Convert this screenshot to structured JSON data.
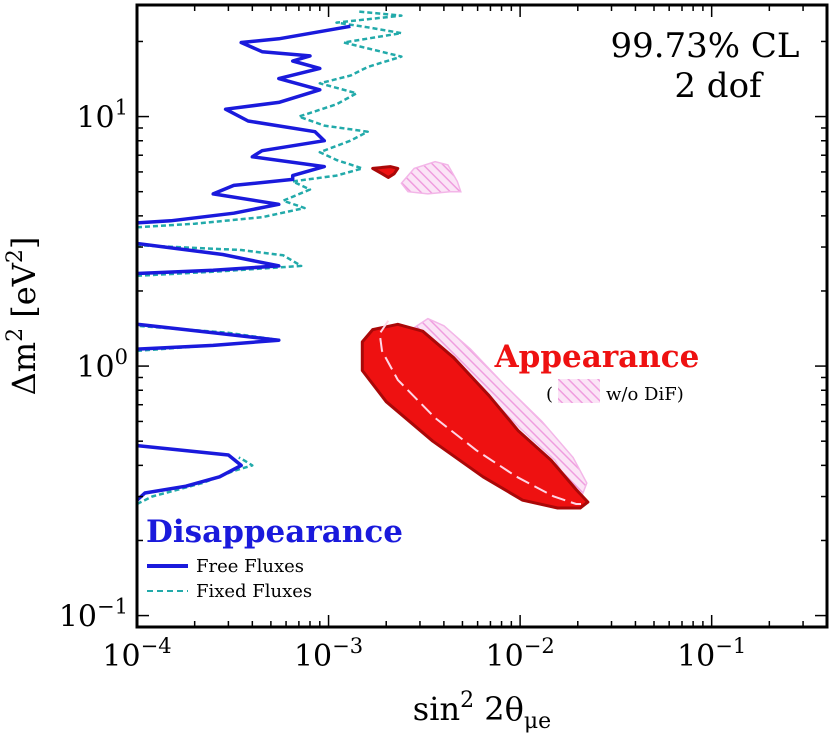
{
  "chart_data": {
    "type": "contour",
    "x_scale": "log",
    "y_scale": "log",
    "xlim": [
      0.0001,
      0.4
    ],
    "ylim": [
      0.09,
      28
    ],
    "xlabel": {
      "pre": "sin",
      "sup": "2",
      "mid": " 2θ",
      "sub": "μe"
    },
    "ylabel": {
      "pre": "Δm",
      "sup": "2",
      "post": " [eV",
      "sup2": "2",
      "post2": "]"
    },
    "x_ticks": [
      {
        "value": 0.0001,
        "base": "10",
        "exp": "−4"
      },
      {
        "value": 0.001,
        "base": "10",
        "exp": "−3"
      },
      {
        "value": 0.01,
        "base": "10",
        "exp": "−2"
      },
      {
        "value": 0.1,
        "base": "10",
        "exp": "−1"
      }
    ],
    "y_ticks": [
      {
        "value": 0.1,
        "base": "10",
        "exp": "−1"
      },
      {
        "value": 1,
        "base": "10",
        "exp": "0"
      },
      {
        "value": 10,
        "base": "10",
        "exp": "1"
      }
    ],
    "annotations": {
      "cl_line1": "99.73% CL",
      "cl_line2": "2 dof",
      "appearance": "Appearance",
      "wodif_open": "(",
      "wodif_text": "w/o DiF)",
      "disappearance": "Disappearance"
    },
    "legend": [
      {
        "label": "Free Fluxes",
        "style": "solid",
        "color": "#1a1adc"
      },
      {
        "label": "Fixed Fluxes",
        "style": "dashed",
        "color": "#22aaaa"
      }
    ],
    "colors": {
      "appearance_fill": "#ee1111",
      "appearance_edge": "#aa0808",
      "wodif_hatch": "#f0a8e4",
      "free_fluxes": "#1a1adc",
      "fixed_fluxes": "#22aaaa",
      "disappearance_text": "#1a1adc",
      "appearance_text": "#ee1111"
    },
    "series": [
      {
        "name": "Free Fluxes",
        "kind": "line",
        "segments": [
          [
            [
              0.0001,
              0.29
            ],
            [
              0.00011,
              0.31
            ],
            [
              0.00018,
              0.33
            ],
            [
              0.00027,
              0.36
            ],
            [
              0.00035,
              0.4
            ],
            [
              0.0003,
              0.44
            ],
            [
              0.0001,
              0.48
            ]
          ],
          [
            [
              0.0001,
              1.17
            ],
            [
              0.00025,
              1.21
            ],
            [
              0.00055,
              1.27
            ],
            [
              0.00025,
              1.36
            ],
            [
              0.0001,
              1.47
            ]
          ],
          [
            [
              0.0001,
              2.35
            ],
            [
              0.00025,
              2.42
            ],
            [
              0.00055,
              2.52
            ],
            [
              0.00028,
              2.8
            ],
            [
              0.0001,
              3.1
            ]
          ],
          [
            [
              0.0001,
              3.75
            ],
            [
              0.00015,
              3.82
            ],
            [
              0.00032,
              4.1
            ],
            [
              0.00055,
              4.45
            ],
            [
              0.00025,
              4.9
            ],
            [
              0.00032,
              5.3
            ],
            [
              0.00065,
              5.6
            ],
            [
              0.00065,
              5.8
            ],
            [
              0.00095,
              6.3
            ],
            [
              0.0004,
              6.9
            ],
            [
              0.00045,
              7.3
            ],
            [
              0.00095,
              8.0
            ],
            [
              0.00085,
              8.7
            ],
            [
              0.00038,
              9.6
            ],
            [
              0.00029,
              10.7
            ],
            [
              0.00055,
              11.4
            ],
            [
              0.0009,
              12.8
            ],
            [
              0.00055,
              14.2
            ],
            [
              0.0009,
              15.6
            ],
            [
              0.00065,
              16.7
            ],
            [
              0.0008,
              17.5
            ],
            [
              0.00045,
              18.2
            ],
            [
              0.00035,
              19.8
            ],
            [
              0.00055,
              20.5
            ],
            [
              0.0013,
              23.0
            ]
          ]
        ]
      },
      {
        "name": "Fixed Fluxes",
        "kind": "line",
        "segments": [
          [
            [
              0.0001,
              0.28
            ],
            [
              0.00012,
              0.3
            ],
            [
              0.00022,
              0.34
            ],
            [
              0.00032,
              0.38
            ],
            [
              0.0004,
              0.4
            ],
            [
              0.00036,
              0.42
            ],
            [
              0.00034,
              0.43
            ]
          ],
          [
            [
              0.0001,
              1.15
            ],
            [
              0.00028,
              1.22
            ],
            [
              0.00056,
              1.27
            ],
            [
              0.0003,
              1.36
            ],
            [
              0.0001,
              1.45
            ]
          ],
          [
            [
              0.0001,
              2.3
            ],
            [
              0.00028,
              2.4
            ],
            [
              0.00072,
              2.52
            ],
            [
              0.00058,
              2.78
            ],
            [
              0.00035,
              2.92
            ],
            [
              0.0001,
              3.05
            ]
          ],
          [
            [
              0.0001,
              3.6
            ],
            [
              0.0002,
              3.72
            ],
            [
              0.00045,
              3.95
            ],
            [
              0.00075,
              4.3
            ],
            [
              0.00058,
              4.6
            ],
            [
              0.0008,
              5.1
            ],
            [
              0.00065,
              5.5
            ],
            [
              0.0011,
              5.8
            ],
            [
              0.0015,
              6.2
            ],
            [
              0.0011,
              6.7
            ],
            [
              0.0009,
              7.2
            ],
            [
              0.0013,
              8.0
            ],
            [
              0.0016,
              8.7
            ],
            [
              0.00095,
              9.2
            ],
            [
              0.0007,
              10.0
            ],
            [
              0.0011,
              11.2
            ],
            [
              0.0014,
              12.4
            ],
            [
              0.0009,
              13.6
            ],
            [
              0.0013,
              14.6
            ],
            [
              0.0016,
              15.8
            ],
            [
              0.0024,
              17.4
            ],
            [
              0.0012,
              19.8
            ],
            [
              0.0024,
              21.6
            ],
            [
              0.0016,
              22.8
            ],
            [
              0.0011,
              23.8
            ],
            [
              0.0024,
              25.4
            ],
            [
              0.0014,
              26.4
            ]
          ]
        ]
      },
      {
        "name": "Appearance",
        "kind": "filled-region",
        "outline": [
          [
            0.0015,
            1.25
          ],
          [
            0.0017,
            1.4
          ],
          [
            0.0023,
            1.47
          ],
          [
            0.0031,
            1.38
          ],
          [
            0.0045,
            1.08
          ],
          [
            0.0069,
            0.76
          ],
          [
            0.0098,
            0.55
          ],
          [
            0.0145,
            0.42
          ],
          [
            0.0196,
            0.32
          ],
          [
            0.0226,
            0.285
          ],
          [
            0.0206,
            0.27
          ],
          [
            0.0157,
            0.27
          ],
          [
            0.0103,
            0.29
          ],
          [
            0.0064,
            0.36
          ],
          [
            0.0035,
            0.5
          ],
          [
            0.002,
            0.72
          ],
          [
            0.0015,
            0.96
          ]
        ]
      },
      {
        "name": "Appearance (upper island)",
        "kind": "filled-region",
        "outline": [
          [
            0.0017,
            6.2
          ],
          [
            0.0021,
            6.3
          ],
          [
            0.0023,
            6.2
          ],
          [
            0.0022,
            5.9
          ],
          [
            0.00205,
            5.7
          ],
          [
            0.0019,
            5.9
          ]
        ]
      },
      {
        "name": "w/o DiF",
        "kind": "hatched-region",
        "outline": [
          [
            0.0024,
            1.15
          ],
          [
            0.0027,
            1.4
          ],
          [
            0.0033,
            1.55
          ],
          [
            0.004,
            1.45
          ],
          [
            0.0055,
            1.17
          ],
          [
            0.0083,
            0.84
          ],
          [
            0.013,
            0.6
          ],
          [
            0.0189,
            0.43
          ],
          [
            0.0223,
            0.34
          ],
          [
            0.0206,
            0.29
          ],
          [
            0.0196,
            0.3
          ],
          [
            0.0152,
            0.42
          ],
          [
            0.0101,
            0.56
          ],
          [
            0.0066,
            0.78
          ],
          [
            0.0047,
            1.0
          ],
          [
            0.0034,
            1.2
          ],
          [
            0.0028,
            1.25
          ]
        ]
      },
      {
        "name": "w/o DiF (upper island)",
        "kind": "hatched-region",
        "outline": [
          [
            0.0024,
            5.4
          ],
          [
            0.0028,
            6.2
          ],
          [
            0.0036,
            6.6
          ],
          [
            0.0042,
            6.4
          ],
          [
            0.0047,
            5.5
          ],
          [
            0.0049,
            5.0
          ],
          [
            0.0043,
            5.0
          ],
          [
            0.0033,
            4.9
          ],
          [
            0.0026,
            5.0
          ]
        ]
      },
      {
        "name": "Appearance inner boundary",
        "kind": "dashed-line",
        "points": [
          [
            0.00205,
            1.52
          ],
          [
            0.00185,
            1.35
          ],
          [
            0.0019,
            1.15
          ],
          [
            0.0023,
            0.88
          ],
          [
            0.0036,
            0.62
          ],
          [
            0.0059,
            0.46
          ],
          [
            0.0096,
            0.36
          ],
          [
            0.015,
            0.3
          ],
          [
            0.0196,
            0.28
          ],
          [
            0.0208,
            0.28
          ]
        ]
      }
    ]
  }
}
